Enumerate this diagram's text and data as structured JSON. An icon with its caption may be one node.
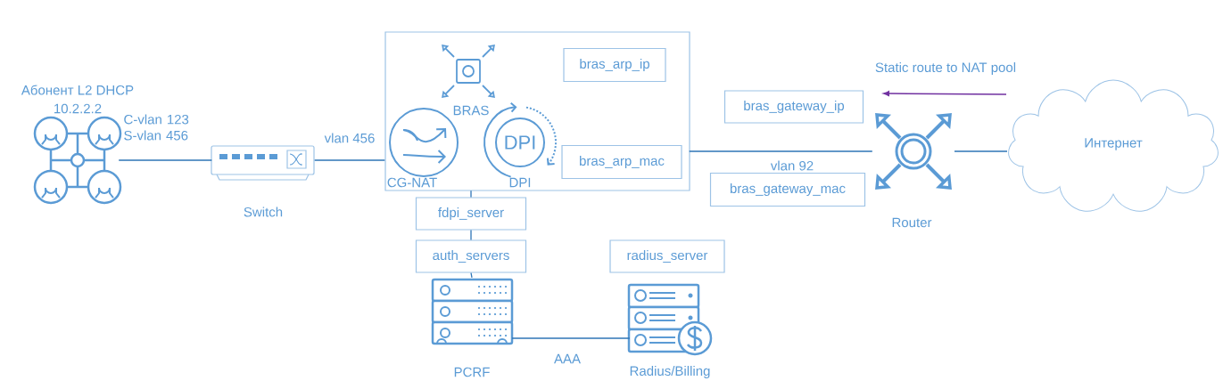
{
  "diagram": {
    "nodes": [
      {
        "text": [
          "Абонент L2 DHCP",
          "10.2.2.2"
        ]
      },
      {
        "text": [
          "Switch"
        ]
      },
      {
        "text": [],
        "shape": "box"
      },
      {
        "text": [
          "BRAS"
        ],
        "in": 2
      },
      {
        "text": [
          "CG-NAT"
        ],
        "in": 2
      },
      {
        "text": [
          "DPI",
          "DPI"
        ],
        "in": 2
      },
      {
        "text": [
          "bras_arp_ip"
        ],
        "in": 2
      },
      {
        "text": [
          "bras_arp_mac"
        ],
        "in": 2
      },
      {
        "text": [
          "fdpi_server"
        ]
      },
      {
        "text": [
          "auth_servers"
        ]
      },
      {
        "text": [
          "PCRF"
        ]
      },
      {
        "text": [
          "radius_server"
        ]
      },
      {
        "text": [
          "Radius/Billing"
        ]
      },
      {
        "text": [
          "bras_gateway_ip"
        ]
      },
      {
        "text": [
          "Router"
        ]
      },
      {
        "text": [
          "bras_gateway_mac"
        ]
      },
      {
        "text": [
          "Интернет"
        ]
      }
    ],
    "edges": [
      {
        "from": 0,
        "to": 1,
        "arrow": "none",
        "label": "C-vlan 123 S-vlan 456"
      },
      {
        "from": 1,
        "to": 2,
        "arrow": "none",
        "label": "vlan 456"
      },
      {
        "from": 2,
        "to": 14,
        "arrow": "none",
        "label": "vlan 92"
      },
      {
        "from": 14,
        "to": 16,
        "arrow": "none"
      },
      {
        "from": 2,
        "to": 8,
        "arrow": "none"
      },
      {
        "from": 8,
        "to": 9,
        "arrow": "none"
      },
      {
        "from": 9,
        "to": 10,
        "arrow": "none"
      },
      {
        "from": 10,
        "to": 12,
        "arrow": "none",
        "label": "AAA"
      }
    ],
    "labels": [
      "Static route to NAT pool"
    ]
  }
}
